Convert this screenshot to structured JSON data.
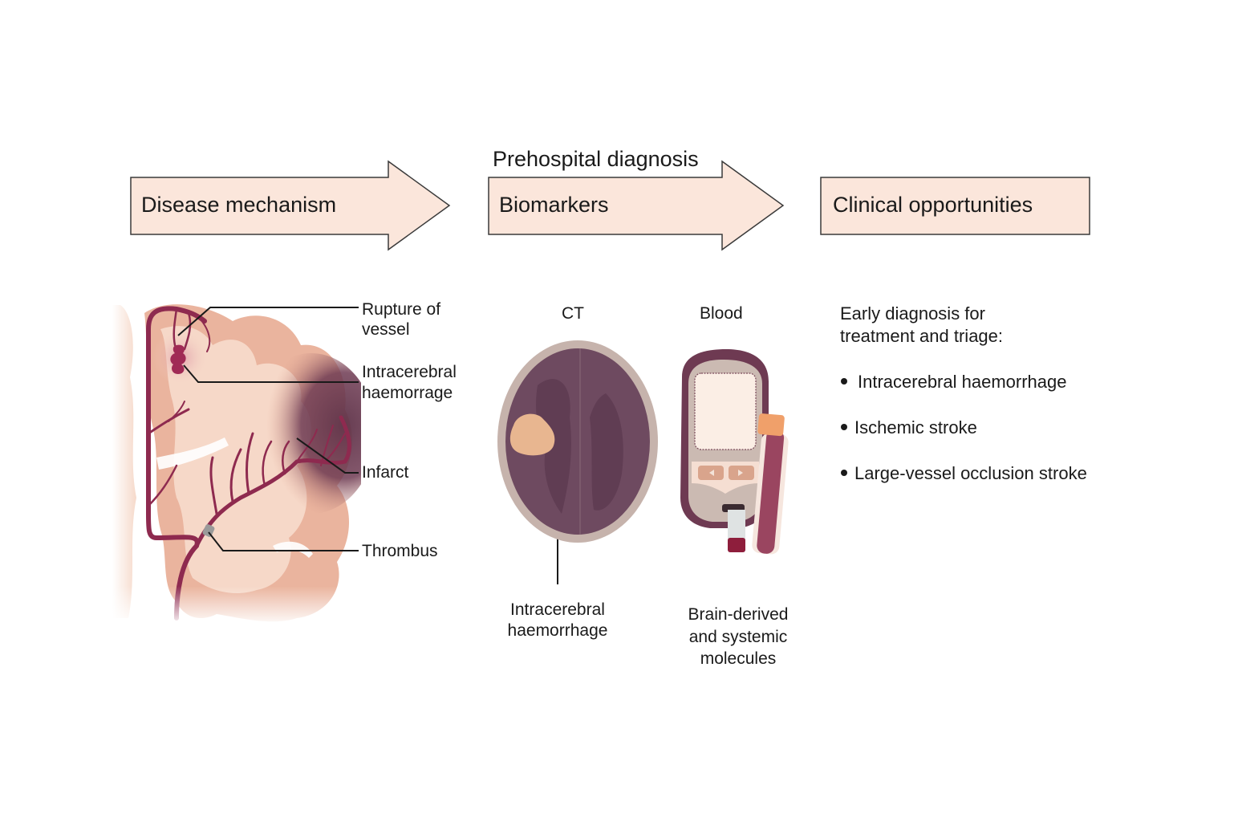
{
  "flow": {
    "steps": [
      {
        "label": "Disease mechanism"
      },
      {
        "label": "Biomarkers",
        "caption": "Prehospital diagnosis"
      },
      {
        "label": "Clinical opportunities"
      }
    ]
  },
  "mechanism": {
    "labels": {
      "rupture": "Rupture of\nvessel",
      "rupture_line1": "Rupture of",
      "rupture_line2": "vessel",
      "ich_line1": "Intracerebral",
      "ich_line2": "haemorrage",
      "infarct": "Infarct",
      "thrombus": "Thrombus"
    }
  },
  "biomarkers": {
    "ct": {
      "title": "CT",
      "caption_line1": "Intracerebral",
      "caption_line2": "haemorrhage"
    },
    "blood": {
      "title": "Blood",
      "caption_line1": "Brain-derived",
      "caption_line2": "and systemic",
      "caption_line3": "molecules"
    }
  },
  "opportunities": {
    "heading_line1": "Early diagnosis for",
    "heading_line2": "treatment and triage:",
    "items": [
      "Intracerebral haemorrhage",
      "Ischemic stroke",
      "Large-vessel occlusion stroke"
    ]
  },
  "colors": {
    "box_fill": "#fbe6db",
    "box_stroke": "#3a3a3a",
    "vessel": "#8e2a4f",
    "brain_light": "#f6d8c8",
    "brain_mid": "#eab49e",
    "infarct": "#5e3248",
    "ct_dark": "#6e4a60",
    "ct_skull": "#c6b3ac",
    "hemorrhage": "#e8b690"
  }
}
